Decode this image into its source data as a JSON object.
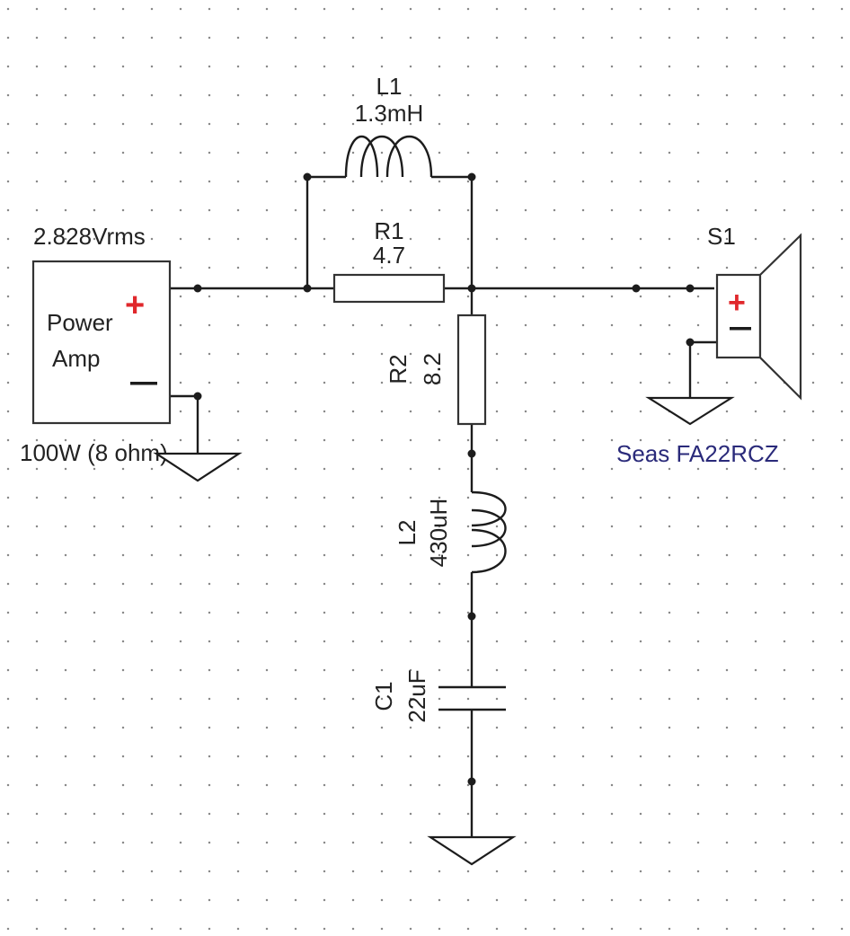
{
  "amp": {
    "voltage": "2.828Vrms",
    "name_line1": "Power",
    "name_line2": "Amp",
    "plus": "+",
    "minus": "−",
    "rating": "100W (8 ohm)"
  },
  "components": {
    "L1": {
      "ref": "L1",
      "value": "1.3mH"
    },
    "R1": {
      "ref": "R1",
      "value": "4.7"
    },
    "R2": {
      "ref": "R2",
      "value": "8.2"
    },
    "L2": {
      "ref": "L2",
      "value": "430uH"
    },
    "C1": {
      "ref": "C1",
      "value": "22uF"
    }
  },
  "speaker": {
    "ref": "S1",
    "plus": "+",
    "minus": "−",
    "model": "Seas FA22RCZ"
  },
  "colors": {
    "wire": "#1c1c1c",
    "polarity": "#e0282c",
    "speaker_label": "#2a2a7a",
    "grid_dot": "#8a8a8a"
  }
}
